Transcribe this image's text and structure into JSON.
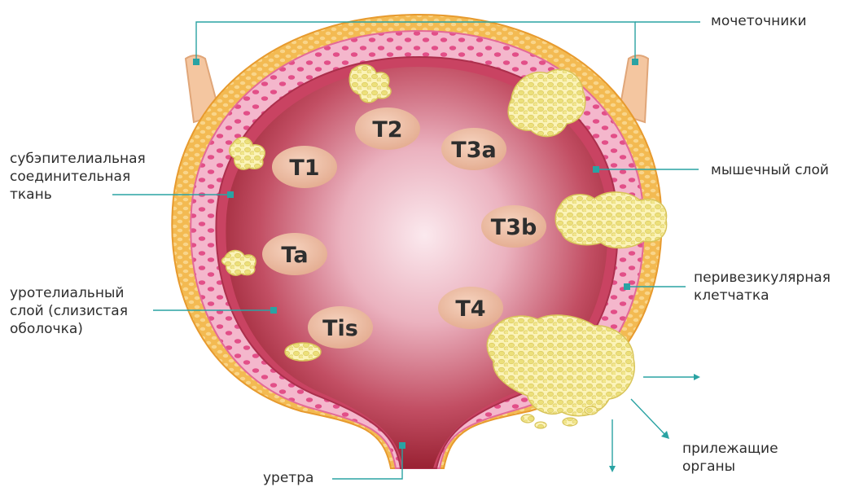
{
  "labels": {
    "ureters": "мочеточники",
    "subepithelial": "субэпителиальная\nсоединительная\nткань",
    "muscle": "мышечный слой",
    "perivesical": "перивезикулярная\nклетчатка",
    "urothelial": "уротелиальный\nслой (слизистая\nоболочка)",
    "adjacent": "прилежащие\nорганы",
    "urethra": "уретра"
  },
  "stages": {
    "T2": "T2",
    "T1": "T1",
    "T3a": "T3a",
    "T3b": "T3b",
    "Ta": "Ta",
    "T4": "T4",
    "Tis": "Tis"
  },
  "colors": {
    "accent": "#2aa3a3",
    "fat": "#f0b44a",
    "muscle": "#f2a9c4",
    "lumen": "#a8202e",
    "badge": "#eab89c",
    "tumor": "#f7ec9a"
  }
}
